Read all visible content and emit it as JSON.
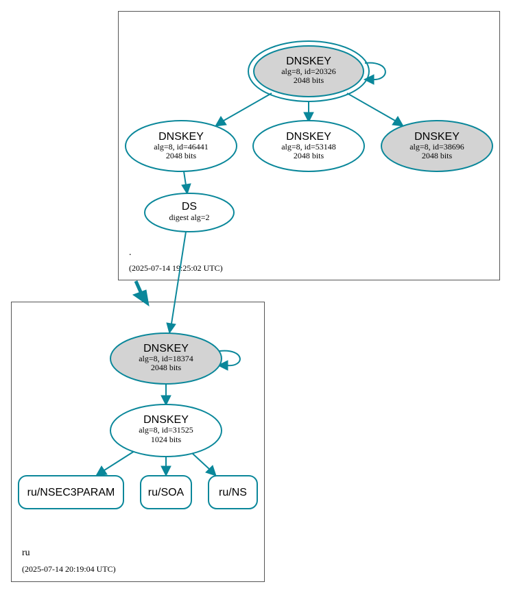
{
  "colors": {
    "edge": "#0a879a",
    "sep_fill": "#d3d3d3",
    "plain_fill": "#ffffff",
    "zone_border": "#545454"
  },
  "zones": {
    "root": {
      "name": ".",
      "timestamp": "(2025-07-14 19:25:02 UTC)"
    },
    "ru": {
      "name": "ru",
      "timestamp": "(2025-07-14 20:19:04 UTC)"
    }
  },
  "nodes": {
    "root_ksk": {
      "title": "DNSKEY",
      "detail": "alg=8, id=20326",
      "size": "2048 bits",
      "sep": true,
      "trust_anchor": true,
      "self_signed": true
    },
    "root_zsk1": {
      "title": "DNSKEY",
      "detail": "alg=8, id=46441",
      "size": "2048 bits",
      "sep": false
    },
    "root_zsk2": {
      "title": "DNSKEY",
      "detail": "alg=8, id=53148",
      "size": "2048 bits",
      "sep": false
    },
    "root_ksk2": {
      "title": "DNSKEY",
      "detail": "alg=8, id=38696",
      "size": "2048 bits",
      "sep": true
    },
    "ru_ds": {
      "title": "DS",
      "detail": "digest alg=2"
    },
    "ru_ksk": {
      "title": "DNSKEY",
      "detail": "alg=8, id=18374",
      "size": "2048 bits",
      "sep": true,
      "self_signed": true
    },
    "ru_zsk": {
      "title": "DNSKEY",
      "detail": "alg=8, id=31525",
      "size": "1024 bits",
      "sep": false
    },
    "rr_nsec3param": {
      "label": "ru/NSEC3PARAM"
    },
    "rr_soa": {
      "label": "ru/SOA"
    },
    "rr_ns": {
      "label": "ru/NS"
    }
  },
  "edges": [
    {
      "from": "root_ksk",
      "to": "root_ksk",
      "kind": "self-signature"
    },
    {
      "from": "root_ksk",
      "to": "root_zsk1",
      "kind": "signs"
    },
    {
      "from": "root_ksk",
      "to": "root_zsk2",
      "kind": "signs"
    },
    {
      "from": "root_ksk",
      "to": "root_ksk2",
      "kind": "signs"
    },
    {
      "from": "root_zsk1",
      "to": "ru_ds",
      "kind": "signs"
    },
    {
      "from": "ru_ds",
      "to": "ru_ksk",
      "kind": "digest"
    },
    {
      "from": "root_zone",
      "to": "ru_zone",
      "kind": "delegation"
    },
    {
      "from": "ru_ksk",
      "to": "ru_ksk",
      "kind": "self-signature"
    },
    {
      "from": "ru_ksk",
      "to": "ru_zsk",
      "kind": "signs"
    },
    {
      "from": "ru_zsk",
      "to": "rr_nsec3param",
      "kind": "signs"
    },
    {
      "from": "ru_zsk",
      "to": "rr_soa",
      "kind": "signs"
    },
    {
      "from": "ru_zsk",
      "to": "rr_ns",
      "kind": "signs"
    }
  ]
}
